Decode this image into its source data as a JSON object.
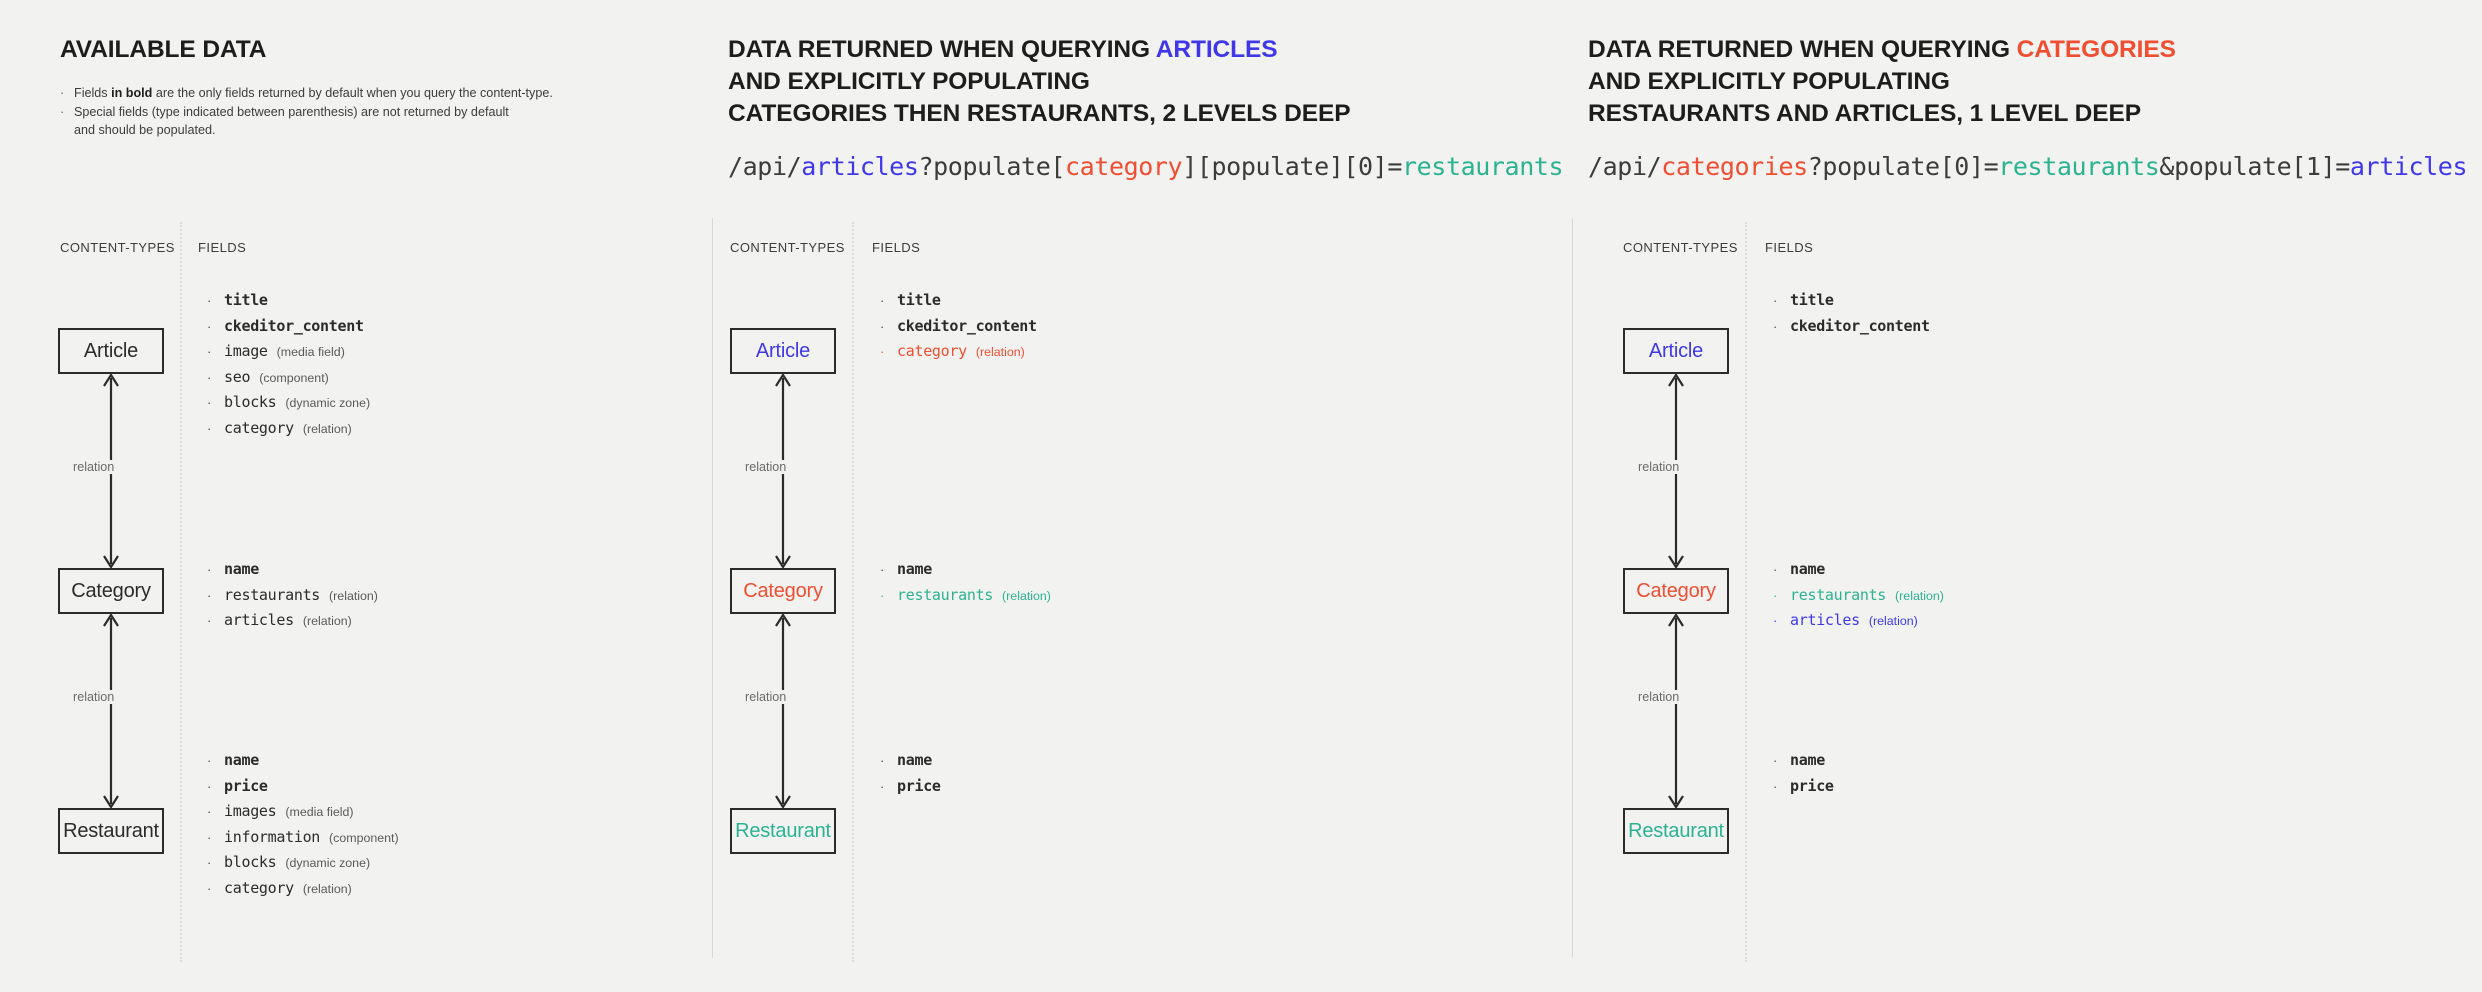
{
  "panels": [
    {
      "id": "available-data",
      "heading_lines": [
        {
          "segments": [
            {
              "text": "AVAILABLE DATA",
              "tone": "default"
            }
          ]
        }
      ],
      "bullets": [
        {
          "pre": "Fields ",
          "bold": "in bold",
          "post": " are the only fields returned by default when you query the content-type."
        },
        {
          "pre": "Special fields (type indicated between parenthesis) are not returned by default",
          "bold": "",
          "post": "",
          "continuation": "and should be populated."
        }
      ],
      "url": null,
      "captions": {
        "content_types": "CONTENT-TYPES",
        "fields": "FIELDS"
      },
      "nodes": [
        {
          "label": "Article",
          "tone": "default"
        },
        {
          "label": "Category",
          "tone": "default"
        },
        {
          "label": "Restaurant",
          "tone": "default"
        }
      ],
      "relations": [
        {
          "label": "relation"
        },
        {
          "label": "relation"
        }
      ],
      "field_groups": [
        {
          "for": "Article",
          "rows": [
            {
              "name": "title",
              "type": "",
              "bold": true,
              "tone": "default"
            },
            {
              "name": "ckeditor_content",
              "type": "",
              "bold": true,
              "tone": "default"
            },
            {
              "name": "image",
              "type": "(media field)",
              "bold": false,
              "tone": "default"
            },
            {
              "name": "seo",
              "type": "(component)",
              "bold": false,
              "tone": "default"
            },
            {
              "name": "blocks",
              "type": "(dynamic zone)",
              "bold": false,
              "tone": "default"
            },
            {
              "name": "category",
              "type": "(relation)",
              "bold": false,
              "tone": "default"
            }
          ]
        },
        {
          "for": "Category",
          "rows": [
            {
              "name": "name",
              "type": "",
              "bold": true,
              "tone": "default"
            },
            {
              "name": "restaurants",
              "type": "(relation)",
              "bold": false,
              "tone": "default"
            },
            {
              "name": "articles",
              "type": "(relation)",
              "bold": false,
              "tone": "default"
            }
          ]
        },
        {
          "for": "Restaurant",
          "rows": [
            {
              "name": "name",
              "type": "",
              "bold": true,
              "tone": "default"
            },
            {
              "name": "price",
              "type": "",
              "bold": true,
              "tone": "default"
            },
            {
              "name": "images",
              "type": "(media field)",
              "bold": false,
              "tone": "default"
            },
            {
              "name": "information",
              "type": "(component)",
              "bold": false,
              "tone": "default"
            },
            {
              "name": "blocks",
              "type": "(dynamic zone)",
              "bold": false,
              "tone": "default"
            },
            {
              "name": "category",
              "type": "(relation)",
              "bold": false,
              "tone": "default"
            }
          ]
        }
      ]
    },
    {
      "id": "query-articles",
      "heading_lines": [
        {
          "segments": [
            {
              "text": "DATA RETURNED WHEN QUERYING ",
              "tone": "default"
            },
            {
              "text": "ARTICLES",
              "tone": "blue"
            }
          ]
        },
        {
          "segments": [
            {
              "text": "AND EXPLICITLY POPULATING",
              "tone": "default"
            }
          ]
        },
        {
          "segments": [
            {
              "text": "CATEGORIES THEN RESTAURANTS, 2 LEVELS DEEP",
              "tone": "default"
            }
          ]
        }
      ],
      "bullets": [],
      "url": {
        "segments": [
          {
            "text": "/api/",
            "tone": "default"
          },
          {
            "text": "articles",
            "tone": "blue"
          },
          {
            "text": "?populate[",
            "tone": "default"
          },
          {
            "text": "category",
            "tone": "red"
          },
          {
            "text": "][populate][0]=",
            "tone": "default"
          },
          {
            "text": "restaurants",
            "tone": "green"
          }
        ]
      },
      "captions": {
        "content_types": "CONTENT-TYPES",
        "fields": "FIELDS"
      },
      "nodes": [
        {
          "label": "Article",
          "tone": "blue"
        },
        {
          "label": "Category",
          "tone": "red"
        },
        {
          "label": "Restaurant",
          "tone": "green"
        }
      ],
      "relations": [
        {
          "label": "relation"
        },
        {
          "label": "relation"
        }
      ],
      "field_groups": [
        {
          "for": "Article",
          "rows": [
            {
              "name": "title",
              "type": "",
              "bold": true,
              "tone": "default"
            },
            {
              "name": "ckeditor_content",
              "type": "",
              "bold": true,
              "tone": "default"
            },
            {
              "name": "category",
              "type": "(relation)",
              "bold": false,
              "tone": "red"
            }
          ]
        },
        {
          "for": "Category",
          "rows": [
            {
              "name": "name",
              "type": "",
              "bold": true,
              "tone": "default"
            },
            {
              "name": "restaurants",
              "type": "(relation)",
              "bold": false,
              "tone": "green"
            }
          ]
        },
        {
          "for": "Restaurant",
          "rows": [
            {
              "name": "name",
              "type": "",
              "bold": true,
              "tone": "default"
            },
            {
              "name": "price",
              "type": "",
              "bold": true,
              "tone": "default"
            }
          ]
        }
      ]
    },
    {
      "id": "query-categories",
      "heading_lines": [
        {
          "segments": [
            {
              "text": "DATA RETURNED WHEN QUERYING ",
              "tone": "default"
            },
            {
              "text": "CATEGORIES",
              "tone": "red"
            }
          ]
        },
        {
          "segments": [
            {
              "text": "AND EXPLICITLY POPULATING",
              "tone": "default"
            }
          ]
        },
        {
          "segments": [
            {
              "text": "RESTAURANTS AND ARTICLES, 1 LEVEL DEEP",
              "tone": "default"
            }
          ]
        }
      ],
      "bullets": [],
      "url": {
        "segments": [
          {
            "text": "/api/",
            "tone": "default"
          },
          {
            "text": "categories",
            "tone": "red"
          },
          {
            "text": "?populate[0]=",
            "tone": "default"
          },
          {
            "text": "restaurants",
            "tone": "green"
          },
          {
            "text": "&populate[1]=",
            "tone": "default"
          },
          {
            "text": "articles",
            "tone": "blue"
          }
        ]
      },
      "captions": {
        "content_types": "CONTENT-TYPES",
        "fields": "FIELDS"
      },
      "nodes": [
        {
          "label": "Article",
          "tone": "blue"
        },
        {
          "label": "Category",
          "tone": "red"
        },
        {
          "label": "Restaurant",
          "tone": "green"
        }
      ],
      "relations": [
        {
          "label": "relation"
        },
        {
          "label": "relation"
        }
      ],
      "field_groups": [
        {
          "for": "Article",
          "rows": [
            {
              "name": "title",
              "type": "",
              "bold": true,
              "tone": "default"
            },
            {
              "name": "ckeditor_content",
              "type": "",
              "bold": true,
              "tone": "default"
            }
          ]
        },
        {
          "for": "Category",
          "rows": [
            {
              "name": "name",
              "type": "",
              "bold": true,
              "tone": "default"
            },
            {
              "name": "restaurants",
              "type": "(relation)",
              "bold": false,
              "tone": "green"
            },
            {
              "name": "articles",
              "type": "(relation)",
              "bold": false,
              "tone": "blue"
            }
          ]
        },
        {
          "for": "Restaurant",
          "rows": [
            {
              "name": "name",
              "type": "",
              "bold": true,
              "tone": "default"
            },
            {
              "name": "price",
              "type": "",
              "bold": true,
              "tone": "default"
            }
          ]
        }
      ]
    }
  ],
  "colors": {
    "background": "#f2f2f1",
    "ink": "#2b2b29",
    "blue": "#4038e8",
    "red": "#f04e31",
    "green": "#2bb391",
    "muted": "#6b6b6a"
  },
  "bullet_glyph": "·"
}
